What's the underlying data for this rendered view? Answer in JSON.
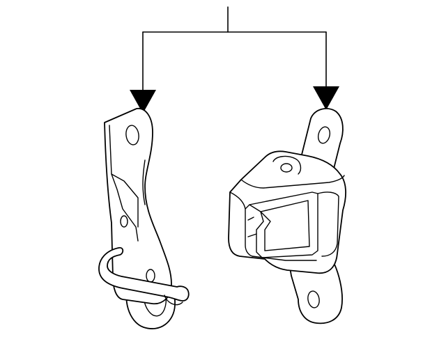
{
  "diagram": {
    "kind": "parts-exploded-view",
    "colors": {
      "background": "#ffffff",
      "line": "#000000"
    },
    "callout": {
      "label": "",
      "branches": 2
    },
    "parts": [
      {
        "name": "left-hinge-bracket"
      },
      {
        "name": "right-hinge-mount"
      }
    ]
  }
}
